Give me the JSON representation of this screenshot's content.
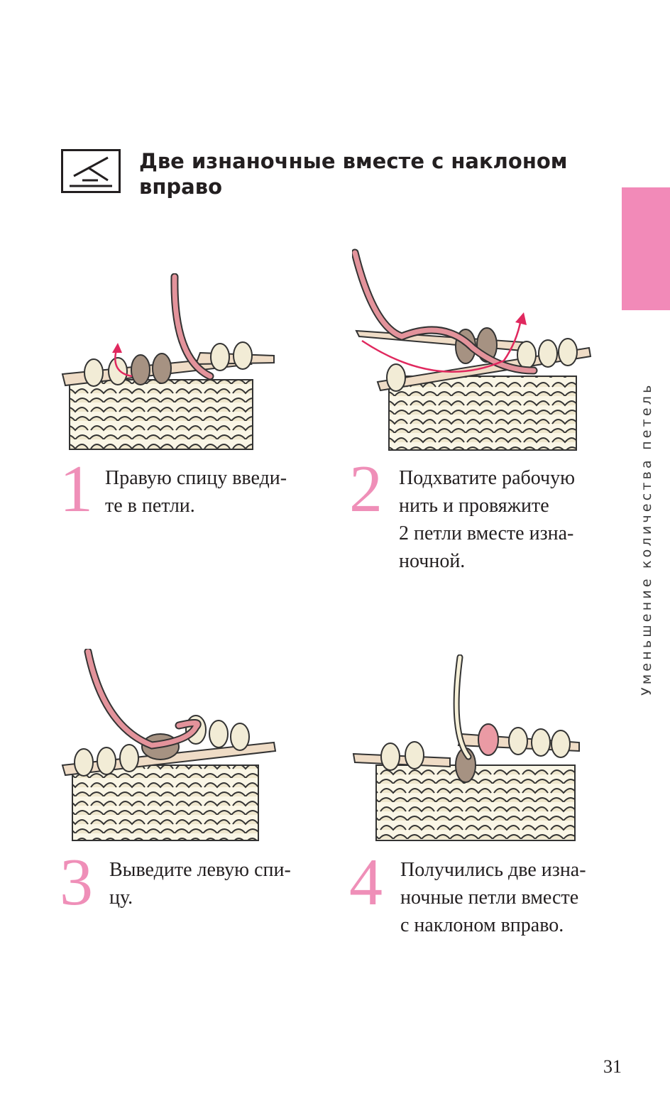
{
  "header": {
    "symbol_icon": "purl-two-together-right-slant-symbol-icon",
    "title": "Две изнаночные вместе с наклоном вправо"
  },
  "side_tab": {
    "label": "Уменьшение количества петель",
    "color": "#f28ab8"
  },
  "colors": {
    "step_number": "#ef8fb8",
    "working_yarn": "#e3939b",
    "stitched_loops": "#a69282",
    "fabric": "#f2ecd6",
    "needle": "#efdcc6",
    "arrow": "#e0285e"
  },
  "steps": [
    {
      "number": "1",
      "text": "Правую спицу введи-\nте в петли.",
      "illustration": "needle-insert-illustration"
    },
    {
      "number": "2",
      "text": "Подхватите рабочую\nнить и провяжите\n2 петли вместе изна-\nночной.",
      "illustration": "yarn-catch-illustration"
    },
    {
      "number": "3",
      "text": "Выведите левую спи-\nцу.",
      "illustration": "left-needle-out-illustration"
    },
    {
      "number": "4",
      "text": "Получились две изна-\nночные петли вместе\nс наклоном вправо.",
      "illustration": "result-illustration"
    }
  ],
  "page": {
    "number": "31"
  }
}
